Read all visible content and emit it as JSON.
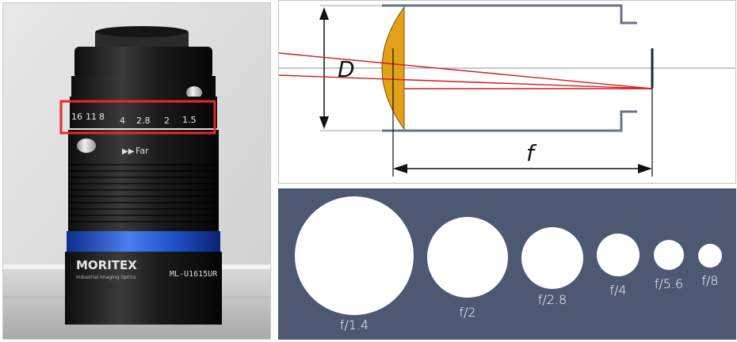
{
  "photo": {
    "brand_text": "MORITEX",
    "model_text": "ML-U1615UR",
    "subtitle_text": "Industrial Imaging Optics",
    "focus_text": "Far",
    "aperture_scale": [
      "16",
      "11",
      "8",
      "4",
      "2.8",
      "2",
      "1.5"
    ]
  },
  "diagram": {
    "diameter_label": "D",
    "focal_label": "f"
  },
  "stops": [
    {
      "label": "f/1.4"
    },
    {
      "label": "f/2"
    },
    {
      "label": "f/2.8"
    },
    {
      "label": "f/4"
    },
    {
      "label": "f/5.6"
    },
    {
      "label": "f/8"
    }
  ],
  "colors": {
    "stops_background": "#4d5873",
    "lens_fill": "#e2a11a",
    "ray_color": "#d01c1c",
    "highlight_box": "#e8282a",
    "barrel_color": "#6a7384"
  }
}
